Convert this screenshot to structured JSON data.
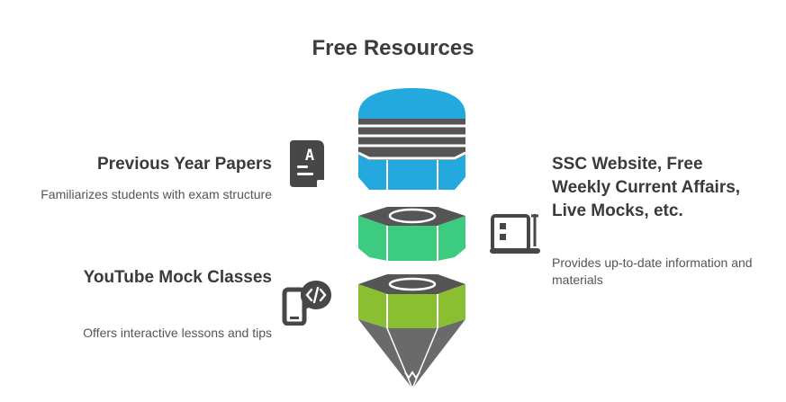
{
  "title": "Free Resources",
  "items": [
    {
      "heading": "Previous Year Papers",
      "description": "Familiarizes students with exam structure",
      "icon": "document-letter-icon"
    },
    {
      "heading": "YouTube Mock Classes",
      "description": "Offers interactive lessons and tips",
      "icon": "mobile-code-icon"
    },
    {
      "heading": "SSC Website, Free Weekly Current Affairs, Live Mocks, etc.",
      "description": "Provides up-to-date information and materials",
      "icon": "laptop-icon"
    }
  ],
  "colors": {
    "top_layer": "#23a9dd",
    "middle_layer": "#3ccb7f",
    "bottom_layer": "#8bbf32",
    "funnel": "#6a6a6a",
    "rim": "#555555",
    "icon": "#474747"
  }
}
